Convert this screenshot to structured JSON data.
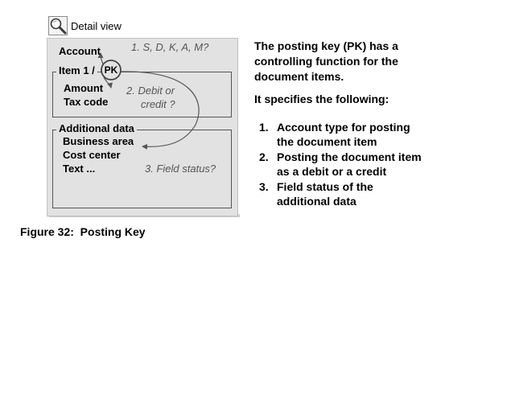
{
  "header": {
    "title": "Detail view",
    "icon": "magnifier-icon"
  },
  "diagram": {
    "account_label": "Account",
    "account_options": "1. S, D, K, A, M?",
    "item_title": "Item 1 /",
    "pk_label": "PK",
    "amount_label": "Amount",
    "tax_code_label": "Tax code",
    "debit_credit_line1": "2. Debit or",
    "debit_credit_line2": "credit ?",
    "additional_title": "Additional data",
    "business_area_label": "Business area",
    "cost_center_label": "Cost center",
    "text_label": "Text ...",
    "field_status": "3. Field status?"
  },
  "explanation": {
    "line1": "The posting key (PK) has a",
    "line2": "controlling function for the",
    "line3": "document items.",
    "specifies": "It specifies the following:",
    "steps": [
      {
        "num": "1.",
        "line1": "Account type for posting",
        "line2": "the document item"
      },
      {
        "num": "2.",
        "line1": "Posting the document item",
        "line2": "as a debit or a credit"
      },
      {
        "num": "3.",
        "line1": "Field status of the",
        "line2": "additional data"
      }
    ]
  },
  "caption": "Figure 32:  Posting Key"
}
